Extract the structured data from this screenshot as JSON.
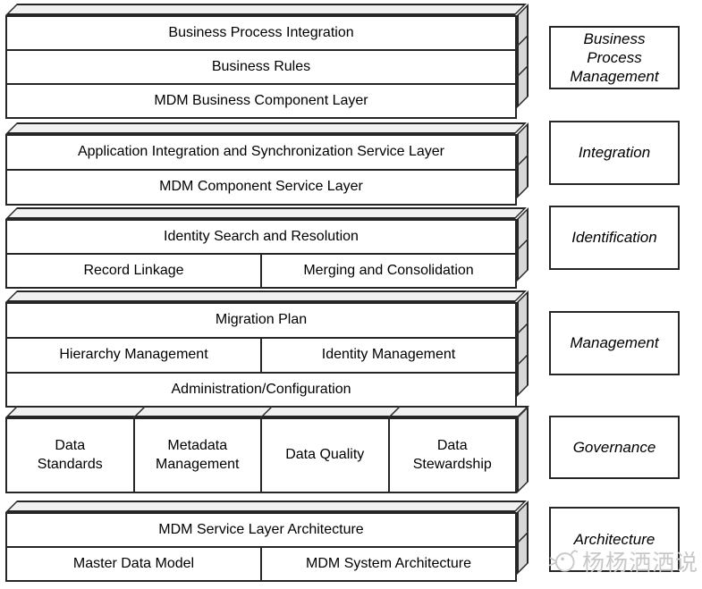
{
  "groups": [
    {
      "side_label": "Business Process Management",
      "rows": [
        {
          "cells": [
            "Business Process Integration"
          ]
        },
        {
          "cells": [
            "Business Rules"
          ]
        },
        {
          "cells": [
            "MDM Business Component Layer"
          ]
        }
      ]
    },
    {
      "side_label": "Integration",
      "rows": [
        {
          "cells": [
            "Application Integration and Synchronization Service Layer"
          ]
        },
        {
          "cells": [
            "MDM Component Service Layer"
          ]
        }
      ]
    },
    {
      "side_label": "Identification",
      "rows": [
        {
          "cells": [
            "Identity Search and Resolution"
          ]
        },
        {
          "cells": [
            "Record Linkage",
            "Merging and Consolidation"
          ]
        }
      ]
    },
    {
      "side_label": "Management",
      "rows": [
        {
          "cells": [
            "Migration Plan"
          ]
        },
        {
          "cells": [
            "Hierarchy Management",
            "Identity Management"
          ]
        },
        {
          "cells": [
            "Administration/Configuration"
          ]
        }
      ]
    },
    {
      "side_label": "Governance",
      "rows": [
        {
          "cells": [
            "Data Standards",
            "Metadata Management",
            "Data Quality",
            "Data Stewardship"
          ]
        }
      ]
    },
    {
      "side_label": "Architecture",
      "rows": [
        {
          "cells": [
            "MDM Service Layer Architecture"
          ]
        },
        {
          "cells": [
            "Master Data Model",
            "MDM System Architecture"
          ]
        }
      ]
    }
  ],
  "watermark": {
    "text": "杨杨洒洒说"
  },
  "colors": {
    "border": "#262626",
    "side_face": "#d8d8d8",
    "top_face": "#f1f1f1",
    "background": "#ffffff",
    "watermark": "#c8c8c8"
  }
}
